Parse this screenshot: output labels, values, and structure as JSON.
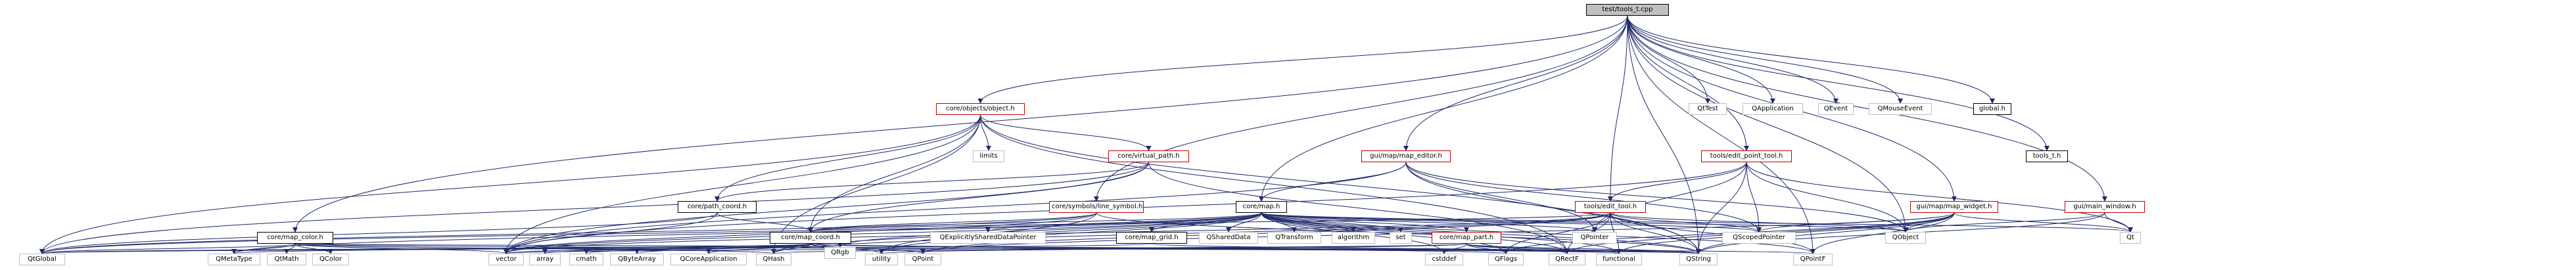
{
  "colors": {
    "edge": "#1f2a6b",
    "node_border_plain": "#bfbfbf",
    "node_border_linked": "#c00000",
    "root_fill": "#c0c0c0"
  },
  "nodes": {
    "root": "test/tools_t.cpp",
    "object_h": "core/objects/object.h",
    "limits": "limits",
    "virtual_path_h": "core/virtual_path.h",
    "path_coord_h": "core/path_coord.h",
    "qtest": "QtTest",
    "qapplication": "QApplication",
    "qevent": "QEvent",
    "qmouseevent": "QMouseEvent",
    "global_h": "global.h",
    "tools_t_h": "tools_t.h",
    "map_editor_h": "gui/map/map_editor.h",
    "edit_point_tool_h": "tools/edit_point_tool.h",
    "edit_tool_h": "tools/edit_tool.h",
    "map_widget_h": "gui/map/map_widget.h",
    "main_window_h": "gui/main_window.h",
    "line_symbol_h": "core/symbols/line_symbol.h",
    "map_h": "core/map.h",
    "map_color_h": "core/map_color.h",
    "map_coord_h": "core/map_coord.h",
    "map_grid_h": "core/map_grid.h",
    "map_part_h": "core/map_part.h",
    "qexplicitlyshared": "QExplicitlySharedDataPointer",
    "qshareddata": "QSharedData",
    "qtransform": "QTransform",
    "algorithm": "algorithm",
    "set": "set",
    "qpointer": "QPointer",
    "qscopedpointer": "QScopedPointer",
    "qobject": "QObject",
    "qt": "Qt",
    "qtglobal": "QtGlobal",
    "qmetatype": "QMetaType",
    "qtmath": "QtMath",
    "qcolor": "QColor",
    "vector": "vector",
    "array": "array",
    "cmath": "cmath",
    "qbytearray": "QByteArray",
    "qcoreapplication": "QCoreApplication",
    "qhash": "QHash",
    "qrgb": "QRgb",
    "utility": "utility",
    "qpoint": "QPoint",
    "cstddef": "cstddef",
    "qflags": "QFlags",
    "qrectf": "QRectF",
    "functional": "functional",
    "qstring": "QString",
    "qpointf": "QPointF"
  }
}
